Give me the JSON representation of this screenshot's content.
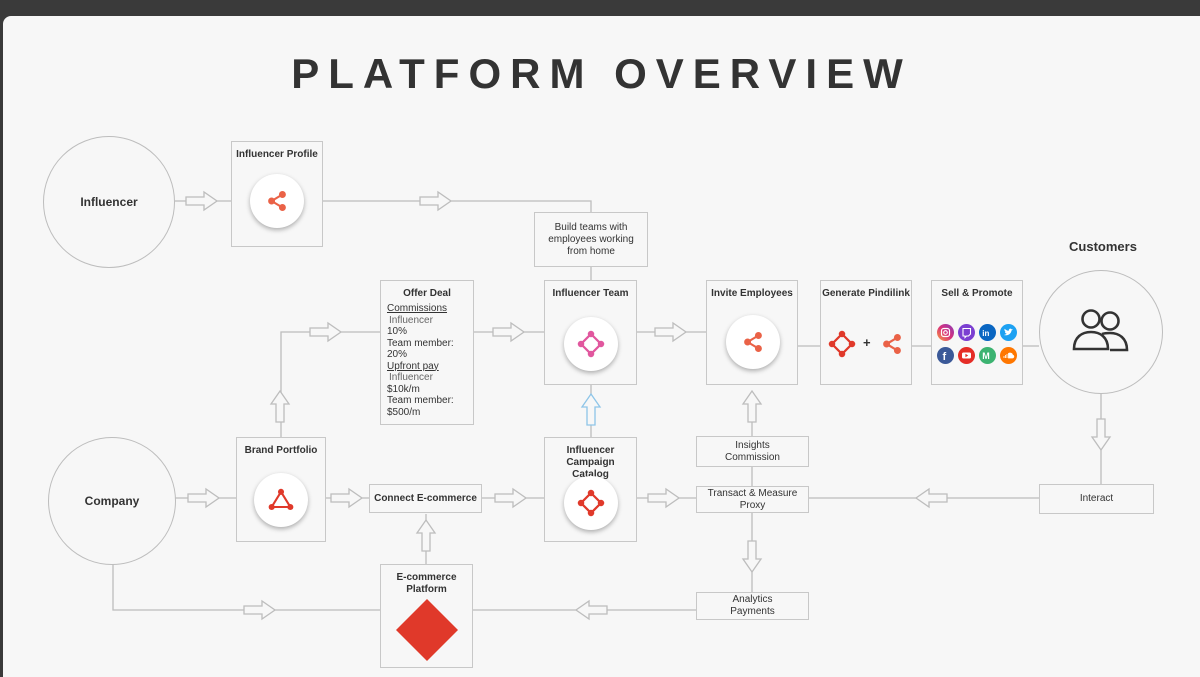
{
  "title": "PLATFORM OVERVIEW",
  "actors": {
    "influencer": "Influencer",
    "company": "Company",
    "customers": "Customers"
  },
  "nodes": {
    "influencer_profile": "Influencer Profile",
    "build_teams": "Build teams with employees working from home",
    "offer_deal": "Offer Deal",
    "influencer_team": "Influencer Team",
    "invite_employees": "Invite Employees",
    "generate_pindilink": "Generate Pindilink",
    "sell_promote": "Sell & Promote",
    "brand_portfolio": "Brand Portfolio",
    "connect_ecommerce": "Connect E-commerce",
    "campaign_catalog": "Influencer Campaign Catalog",
    "insights_commission": "Insights Commission",
    "transact_measure": "Transact & Measure Proxy",
    "interact": "Interact",
    "ecommerce_platform": "E-commerce Platform",
    "analytics_payments": "Analytics Payments"
  },
  "offer_deal": {
    "commissions_heading": "Commissions",
    "commissions": [
      "Influencer",
      "10%",
      "Team member:",
      "20%"
    ],
    "upfront_heading": "Upfront pay",
    "upfront": [
      "Influencer",
      "$10k/m",
      "Team member:",
      "$500/m"
    ]
  },
  "plus_sign": "+",
  "icons": {
    "influencer_profile": "share-icon",
    "influencer_team": "pink-network-icon",
    "invite_employees": "share-icon",
    "brand_portfolio": "triangle-network-icon",
    "campaign_catalog": "red-network-icon",
    "pindilink": "pindilink-logo-icon",
    "ecommerce_platform": "red-diamond-icon",
    "customers": "people-icon",
    "social": [
      "instagram-icon",
      "twitch-icon",
      "linkedin-icon",
      "twitter-icon",
      "facebook-icon",
      "youtube-icon",
      "medium-icon",
      "soundcloud-icon"
    ]
  },
  "colors": {
    "accent_red": "#e0392a",
    "accent_orange": "#ea6247",
    "accent_pink": "#e1579e",
    "line": "#bdbdbd",
    "text": "#333333"
  }
}
